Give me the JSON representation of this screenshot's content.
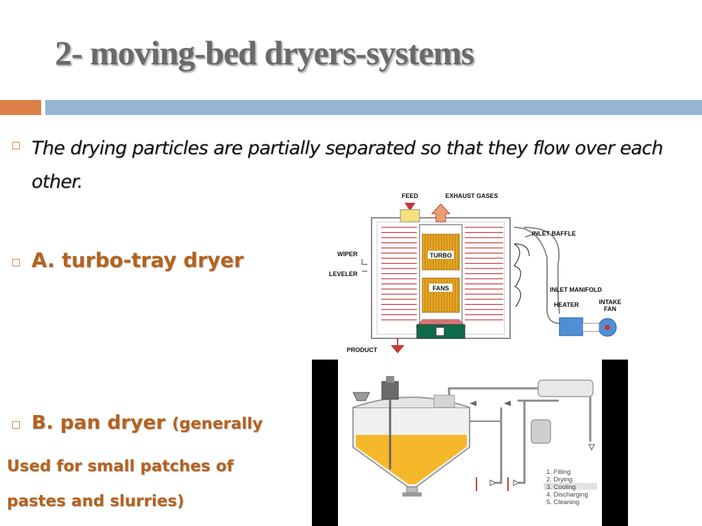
{
  "slide": {
    "title": "2- moving-bed dryers-systems",
    "bullet1_text": "The drying particles are partially separated so that they flow over each other.",
    "bullet2_text": "A. turbo-tray dryer",
    "bullet3_main": "B. pan dryer",
    "bullet3_paren": "(generally",
    "bullet3_line2": "Used for small patches of",
    "bullet3_line3": "pastes and slurries)"
  },
  "turbo_diagram": {
    "feed": "FEED",
    "exhaust": "EXHAUST GASES",
    "inlet_baffle": "INLET BAFFLE",
    "wiper": "WIPER",
    "leveler": "LEVELER",
    "turbo": "TURBO",
    "fans": "FANS",
    "inlet_manifold": "INLET MANIFOLD",
    "heater": "HEATER",
    "intake": "INTAKE",
    "fan": "FAN",
    "product": "PRODUCT"
  },
  "pan_diagram": {
    "steps": [
      "1. Filling",
      "2. Drying",
      "3. Cooling",
      "4. Discharging",
      "5. Cleaning"
    ]
  },
  "colors": {
    "accent_orange": "#dd8047",
    "accent_blue": "#94b6d2",
    "text_accent": "#b5621e"
  }
}
